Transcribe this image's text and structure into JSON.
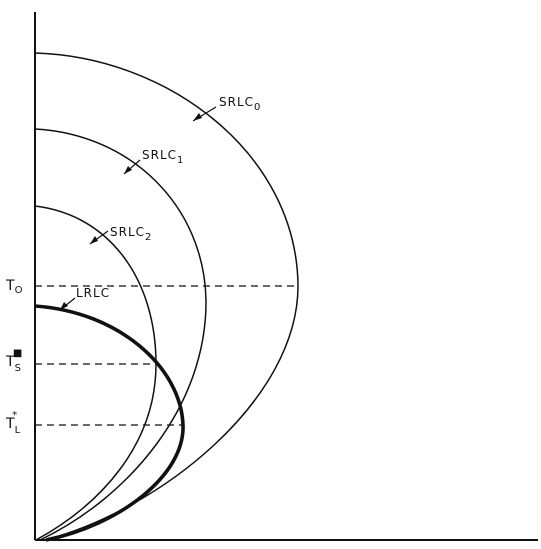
{
  "diagram": {
    "curves": [
      {
        "id": "srlc0",
        "base": "SRLC",
        "sub": "0"
      },
      {
        "id": "srlc1",
        "base": "SRLC",
        "sub": "1"
      },
      {
        "id": "srlc2",
        "base": "SRLC",
        "sub": "2"
      },
      {
        "id": "lrlc",
        "base": "LRLC",
        "sub": ""
      }
    ],
    "levels": [
      {
        "id": "t0",
        "base": "T",
        "sub": "O",
        "sup": ""
      },
      {
        "id": "ts",
        "base": "T",
        "sub": "S",
        "sup": "■"
      },
      {
        "id": "tl",
        "base": "T",
        "sub": "L",
        "sup": "*"
      }
    ]
  }
}
